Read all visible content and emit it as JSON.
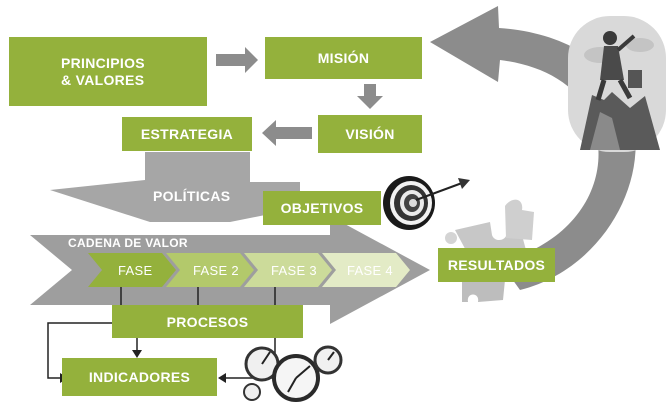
{
  "boxes": {
    "principios": "PRINCIPIOS\n& VALORES",
    "mision": "MISIÓN",
    "vision": "VISIÓN",
    "estrategia": "ESTRATEGIA",
    "objetivos": "OBJETIVOS",
    "resultados": "RESULTADOS",
    "procesos": "PROCESOS",
    "indicadores": "INDICADORES"
  },
  "labels": {
    "politicas": "POLÍTICAS",
    "cadena": "CADENA DE VALOR"
  },
  "phases": [
    "FASE",
    "FASE 2",
    "FASE 3",
    "FASE 4"
  ],
  "colors": {
    "box_green": "#94b13c",
    "arrow_gray": "#8c8c8c",
    "light_gray": "#b3b3b3",
    "phase1": "#94b13c",
    "phase2": "#b3c96b",
    "phase3": "#ccdb9a",
    "phase4": "#e3ebc6"
  },
  "icons": [
    "target-icon",
    "puzzle-icon",
    "clock-icon",
    "climber-icon"
  ]
}
